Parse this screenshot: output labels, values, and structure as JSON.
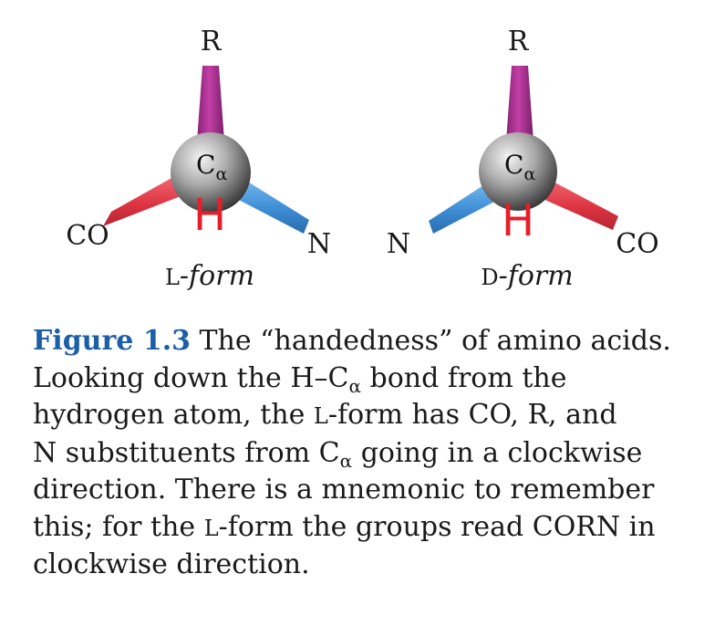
{
  "diagram": {
    "left_molecule": {
      "top_label": "R",
      "left_label": "CO",
      "right_label": "N",
      "center_label_main": "C",
      "center_label_sub": "α",
      "hydrogen_label": "H",
      "form_prefix": "L",
      "form_suffix": "-form"
    },
    "right_molecule": {
      "top_label": "R",
      "left_label": "N",
      "right_label": "CO",
      "center_label_main": "C",
      "center_label_sub": "α",
      "hydrogen_label": "H",
      "form_prefix": "D",
      "form_suffix": "-form"
    },
    "colors": {
      "r_bond": "#b3349a",
      "co_bond": "#e03a48",
      "n_bond": "#3f8fd6",
      "hydrogen": "#e61e2a",
      "figure_number": "#1b5fa6"
    }
  },
  "caption": {
    "figure_number": "Figure 1.3",
    "line1_rest": " The “handedness” of amino acids.",
    "line2_a": "Looking down the H–C",
    "line2_sub": "α",
    "line2_b": " bond from the",
    "line3_a": "hydrogen atom, the ",
    "line3_sc": "L",
    "line3_b": "-form has CO, R, and",
    "line4_a": "N substituents from C",
    "line4_sub": "α",
    "line4_b": " going in a clockwise",
    "line5": "direction. There is a mnemonic to remember",
    "line6_a": "this; for the ",
    "line6_sc": "L",
    "line6_b": "-form the groups read CORN in",
    "line7": "clockwise direction."
  }
}
